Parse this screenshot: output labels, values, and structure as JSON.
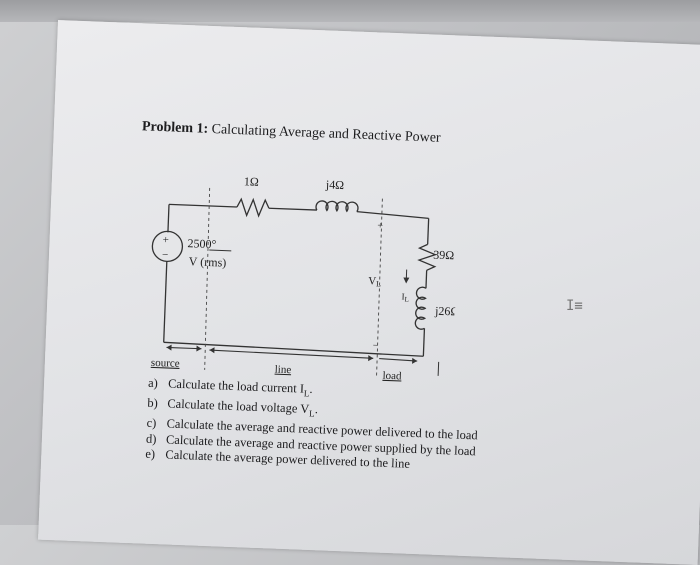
{
  "problem": {
    "label": "Problem 1:",
    "title": "Calculating Average and Reactive Power"
  },
  "circuit": {
    "r_line": "1Ω",
    "x_line": "j4Ω",
    "source_value": "250",
    "source_angle": "0°",
    "source_units": "V (rms)",
    "plus": "+",
    "minus": "−",
    "r_load": "39Ω",
    "x_load": "j26Ω",
    "vl_label": "V",
    "vl_sub": "L",
    "il_label": "I",
    "il_sub": "L",
    "source_label": "source",
    "line_label": "line",
    "load_label": "load"
  },
  "questions": [
    {
      "letter": "a)",
      "text": "Calculate the load current I",
      "sub": "L",
      "end": "."
    },
    {
      "letter": "b)",
      "text": "Calculate the load voltage V",
      "sub": "L",
      "end": "."
    },
    {
      "letter": "c)",
      "text": "Calculate the average and reactive power delivered to the load",
      "sub": "",
      "end": ""
    },
    {
      "letter": "d)",
      "text": "Calculate the average and reactive power supplied by the load",
      "sub": "",
      "end": ""
    },
    {
      "letter": "e)",
      "text": "Calculate the average power delivered to the line",
      "sub": "",
      "end": ""
    }
  ],
  "cursor_icon": "text-cursor-icon"
}
